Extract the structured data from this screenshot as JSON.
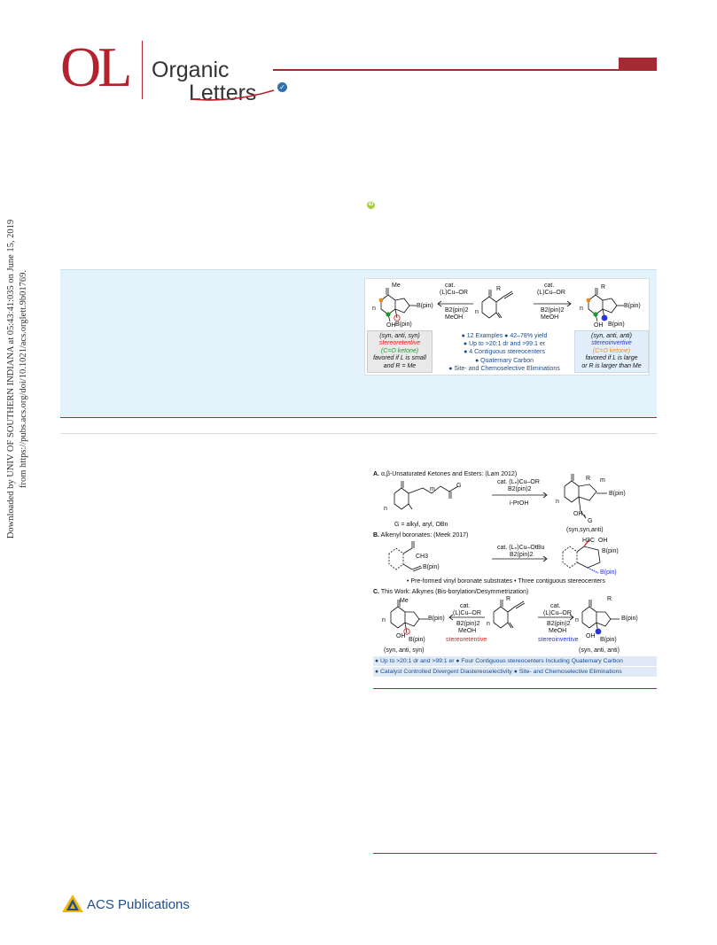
{
  "journal": {
    "logo_initials": "OL",
    "name_line1": "Organic",
    "name_line2": "Letters",
    "open_access_icon": "check-badge-icon",
    "brand_color": "#b3222d"
  },
  "orcid_icon": "orcid-icon",
  "side_banner": {
    "line1": "Downloaded by UNIV OF SOUTHERN INDIANA at 05:43:41:035 on June 15, 2019",
    "line2": "from https://pubs.acs.org/doi/10.1021/acs.orglett.9b01769."
  },
  "abstract_band": {
    "background": "#e3f2fb"
  },
  "toc": {
    "left_reagents": {
      "l1": "cat.",
      "l2": "(L)Cu–OR",
      "l3": "B2(pin)2",
      "l4": "MeOH"
    },
    "right_reagents": {
      "l1": "cat.",
      "l2": "(L)Cu–OR",
      "l3": "B2(pin)2",
      "l4": "MeOH"
    },
    "left_product": {
      "me": "Me",
      "bpin_right": "B(pin)",
      "oh": "OH",
      "bpin_bottom": "B(pin)",
      "n": "n"
    },
    "center_substrate": {
      "r": "R",
      "n": "n"
    },
    "right_product": {
      "r": "R",
      "bpin_right": "B(pin)",
      "oh": "OH",
      "bpin_bottom": "B(pin)",
      "n": "n"
    },
    "left_box": {
      "l1": "(syn, anti, syn)",
      "l2": "stereoretentive",
      "l3": "(C=O ketone)",
      "l4": "favored if L is small",
      "l5": "and R = Me"
    },
    "right_box": {
      "l1": "(syn, anti, anti)",
      "l2": "stereoinvertive",
      "l3": "(C=O ketone)",
      "l4": "favored if L is large",
      "l5": "or R is larger than Me"
    },
    "bullets": [
      "● 12 Examples  ● 42–78% yield",
      "● Up to >20:1 dr and >99:1 er",
      "● 4 Contiguous stereocenters",
      "● Quaternary Carbon",
      "● Site- and Chemoselective Eliminations"
    ]
  },
  "figure": {
    "section_a": {
      "letter": "A.",
      "title": "α,β-Unsaturated Ketones and Esters: (Lam 2012)"
    },
    "a_reagents": {
      "l1": "cat. (Lₙ)Cu–OR",
      "l2": "B2(pin)2",
      "l3": "i-PrOH"
    },
    "a_labels": {
      "g": "G",
      "g2": "G",
      "m": "m",
      "m2": "m",
      "n": "n",
      "n2": "n",
      "r": "R",
      "bpin": "B(pin)",
      "oh": "OH",
      "g_def": "G = alkyl, aryl, OBn",
      "stereo": "(syn,syn,anti)"
    },
    "section_b": {
      "letter": "B.",
      "title": "Alkenyl boronates: (Meek 2017)"
    },
    "b_reagents": {
      "l1": "cat. (Lₙ)Cu–OtBu",
      "l2": "B2(pin)2"
    },
    "b_labels": {
      "ch3": "CH3",
      "bpin": "B(pin)",
      "h3c": "H3C",
      "oh": "OH",
      "bpin2": "B(pin)",
      "bpin3": "B(pin)",
      "note": "• Pre-formed vinyl boronate substrates  • Three contiguous stereocenters"
    },
    "section_c": {
      "letter": "C.",
      "title": "This Work: Alkynes (Bis-borylation/Desymmetrization)"
    },
    "c_left_reagents": {
      "l1": "cat.",
      "l2": "(L)Cu–OR",
      "l3": "B2(pin)2",
      "l4": "MeOH",
      "tag": "stereoretentive"
    },
    "c_right_reagents": {
      "l1": "cat.",
      "l2": "(L)Cu–OR",
      "l3": "B2(pin)2",
      "l4": "MeOH",
      "tag": "stereoinvertive"
    },
    "c_labels": {
      "me": "Me",
      "bpin": "B(pin)",
      "oh": "OH",
      "bpin2": "B(pin)",
      "n": "n",
      "r": "R",
      "n2": "n",
      "r2": "R",
      "bpin3": "B(pin)",
      "oh2": "OH",
      "bpin4": "B(pin)",
      "n3": "n",
      "left_stereo": "(syn, anti, syn)",
      "right_stereo": "(syn, anti, anti)"
    },
    "features_row1": "● Up to >20:1 dr and >99:1 er  ● Four Contiguous stereocenters Including Quaternary Carbon",
    "features_row2": "● Catalyst Controlled Divergent Diastereoselectivity  ● Site- and Chemoselective Eliminations"
  },
  "publisher": {
    "icon": "acs-logo-icon",
    "name": "ACS Publications"
  }
}
